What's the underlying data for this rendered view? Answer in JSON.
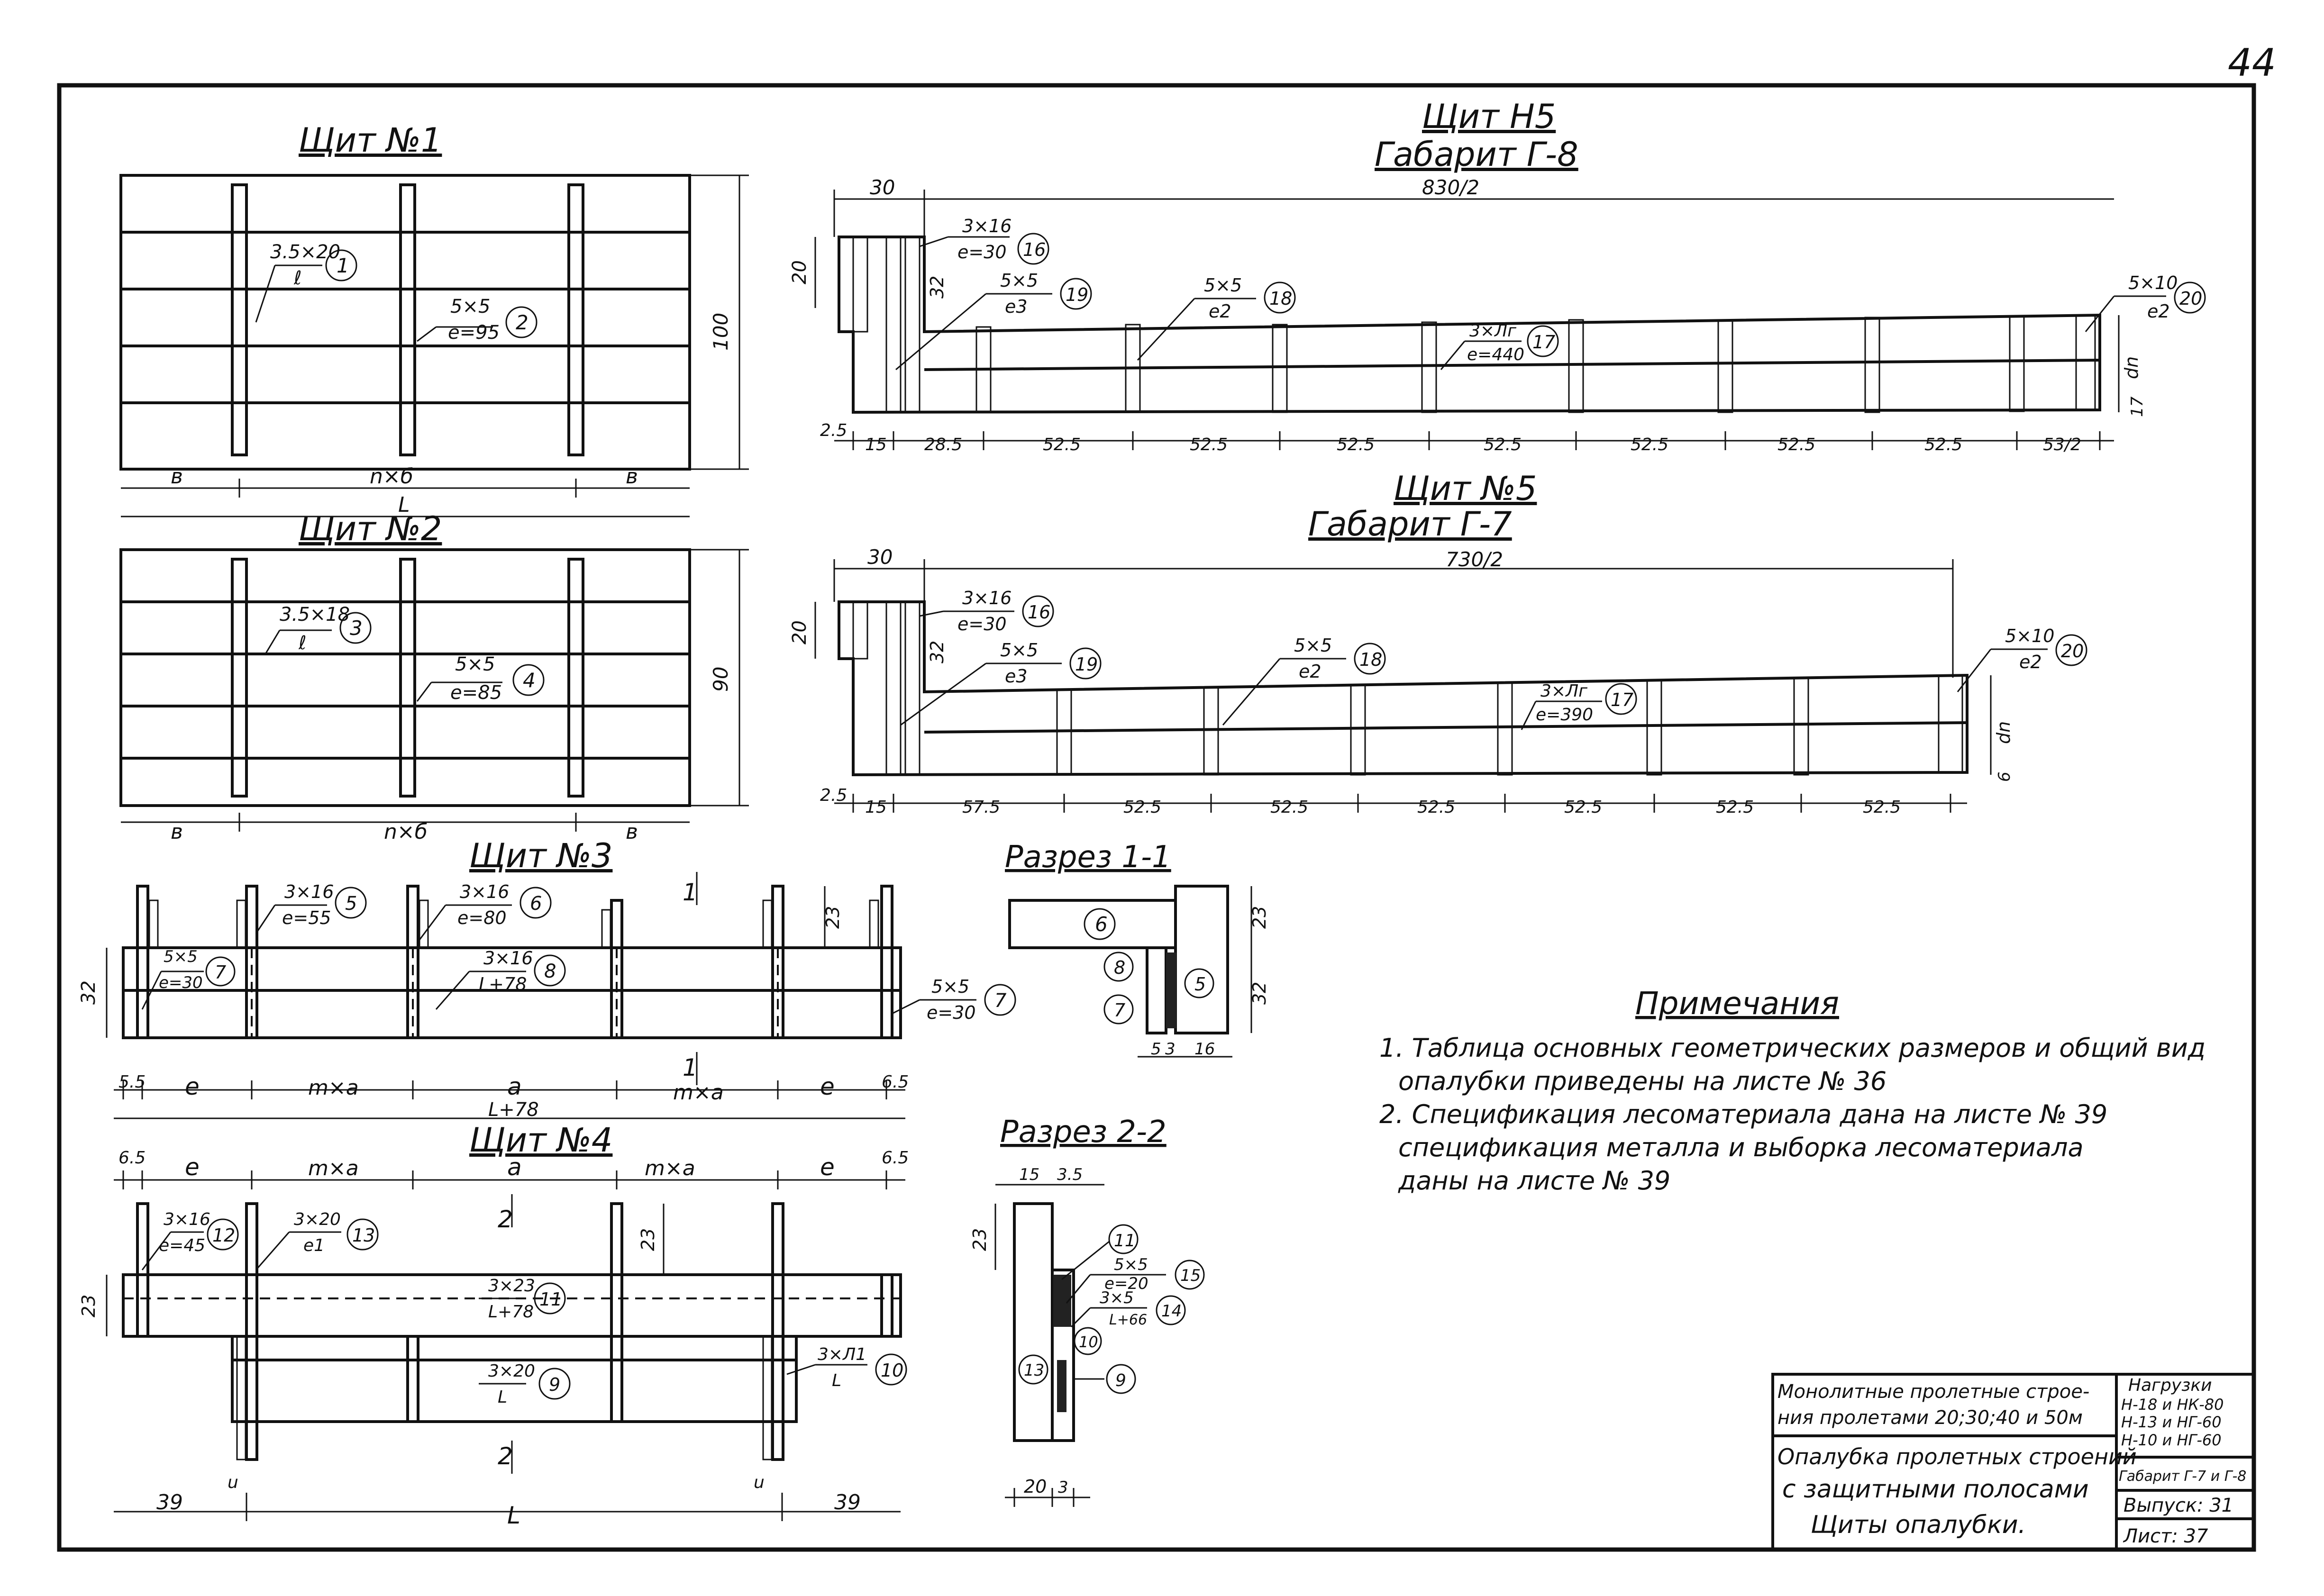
{
  "sheet": {
    "page_number": "44",
    "drawing_type": "formwork panel drawing"
  },
  "panel1": {
    "title": "Щит №1",
    "board_label": "3.5×20",
    "board_len": "ℓ",
    "board_no": "1",
    "strip_label": "5×5",
    "strip_len": "e=95",
    "strip_no": "2",
    "height_dim": "100",
    "dim_b_left": "в",
    "dim_nb": "n×б",
    "dim_b_right": "в",
    "dim_L": "L"
  },
  "panel2": {
    "title": "Щит №2",
    "board_label": "3.5×18",
    "board_len": "ℓ",
    "board_no": "3",
    "strip_label": "5×5",
    "strip_len": "e=85",
    "strip_no": "4",
    "height_dim": "90",
    "dim_b_left": "в",
    "dim_nb": "n×б",
    "dim_b_right": "в"
  },
  "panel5a": {
    "title": "Щит Н5",
    "subtitle": "Габарит Г-8",
    "top_dim_30": "30",
    "top_dim_total": "830/2",
    "dim_20": "20",
    "dim_32": "32",
    "dim_dn": "dn",
    "dim_17": "17",
    "callouts": [
      {
        "label": "3×16",
        "sub": "e=30",
        "no": "16"
      },
      {
        "label": "5×5",
        "sub": "e3",
        "no": "19"
      },
      {
        "label": "5×5",
        "sub": "e2",
        "no": "18"
      },
      {
        "label": "3×Лг",
        "sub": "e=440",
        "no": "17"
      },
      {
        "label": "5×10",
        "sub": "e2",
        "no": "20"
      }
    ],
    "bottom_dims": [
      "2.5",
      "15",
      "28.5",
      "52.5",
      "52.5",
      "52.5",
      "52.5",
      "52.5",
      "52.5",
      "52.5",
      "53/2"
    ]
  },
  "panel5b": {
    "title": "Щит №5",
    "subtitle": "Габарит Г-7",
    "top_dim_30": "30",
    "top_dim_total": "730/2",
    "dim_20": "20",
    "dim_32": "32",
    "dim_dn": "dn",
    "dim_6": "6",
    "callouts": [
      {
        "label": "3×16",
        "sub": "e=30",
        "no": "16"
      },
      {
        "label": "5×5",
        "sub": "e3",
        "no": "19"
      },
      {
        "label": "5×5",
        "sub": "e2",
        "no": "18"
      },
      {
        "label": "3×Лг",
        "sub": "e=390",
        "no": "17"
      },
      {
        "label": "5×10",
        "sub": "e2",
        "no": "20"
      }
    ],
    "bottom_dims": [
      "2.5",
      "15",
      "57.5",
      "52.5",
      "52.5",
      "52.5",
      "52.5",
      "52.5",
      "52.5"
    ]
  },
  "panel3": {
    "title": "Щит №3",
    "section_mark_top": "1",
    "section_mark_bottom": "1",
    "dim_32": "32",
    "dim_23": "23",
    "callouts": [
      {
        "label": "3×16",
        "sub": "e=55",
        "no": "5"
      },
      {
        "label": "3×16",
        "sub": "e=80",
        "no": "6"
      },
      {
        "label": "3×16",
        "sub": "L+78",
        "no": "8"
      },
      {
        "label": "5×5",
        "sub": "e=30",
        "no": "7"
      },
      {
        "label": "5×5",
        "sub": "e=30",
        "no": "7"
      }
    ],
    "bottom_dims": [
      "5.5",
      "e",
      "m×a",
      "a",
      "m×a",
      "e",
      "6.5"
    ],
    "overall_dim": "L+78"
  },
  "panel4": {
    "title": "Щит №4",
    "top_dims": [
      "6.5",
      "e",
      "m×a",
      "a",
      "m×a",
      "e",
      "6.5"
    ],
    "section_mark_top": "2",
    "section_mark_bottom": "2",
    "dim_23_left": "23",
    "dim_23_mid": "23",
    "callouts": [
      {
        "label": "3×16",
        "sub": "e=45",
        "no": "12"
      },
      {
        "label": "3×20",
        "sub": "e1",
        "no": "13"
      },
      {
        "label": "3×23",
        "sub": "L+78",
        "no": "11"
      },
      {
        "label": "3×20",
        "sub": "L",
        "no": "9"
      },
      {
        "label": "3×Л1",
        "sub": "L",
        "no": "10"
      }
    ],
    "dim_u_left": "u",
    "dim_u_right": "u",
    "bottom_dims": [
      "39",
      "L",
      "39"
    ]
  },
  "section11": {
    "title": "Разрез 1-1",
    "parts": [
      "6",
      "8",
      "5",
      "7"
    ],
    "dim_23": "23",
    "dim_32": "32",
    "bottom_dims": [
      "5",
      "3",
      "16"
    ]
  },
  "section22": {
    "title": "Разрез 2-2",
    "top_dims": [
      "15",
      "3.5"
    ],
    "dim_23": "23",
    "parts": [
      "11",
      "13",
      "10",
      "9"
    ],
    "callouts": [
      {
        "label": "5×5",
        "sub": "e=20",
        "no": "15"
      },
      {
        "label": "3×5",
        "sub": "L+66",
        "no": "14"
      }
    ],
    "bottom_dims": [
      "20",
      "3"
    ]
  },
  "notes": {
    "title": "Примечания",
    "lines": [
      "1. Таблица основных геометрических размеров и общий вид",
      "опалубки приведены на листе № 36",
      "2. Спецификация лесоматериала дана на листе № 39",
      "спецификация металла и выборка лесоматериала",
      "даны на листе № 39"
    ]
  },
  "title_block": {
    "row1": "Монолитные пролетные строе-",
    "row2": "ния пролетами 20;30;40 и 50м",
    "row3": "Опалубка пролетных строений",
    "row4": "с защитными полосами",
    "row5": "Щиты опалубки.",
    "load1": "Нагрузки",
    "load2": "Н-18 и НК-80",
    "load3": "Н-13 и НГ-60",
    "load4": "Н-10 и НГ-60",
    "gabarit": "Габарит Г-7 и Г-8",
    "issue": "Выпуск: 31",
    "sheet": "Лист: 37"
  }
}
